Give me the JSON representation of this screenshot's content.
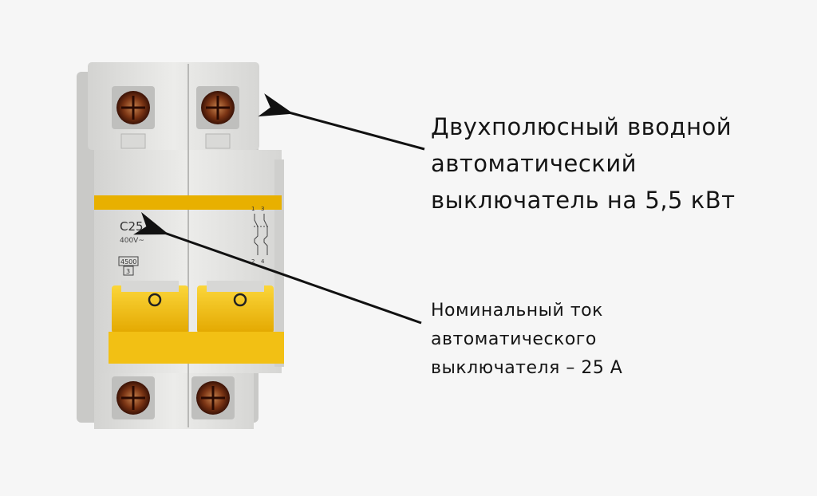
{
  "device": {
    "model_label": "C25",
    "voltage_label": "400V~",
    "capacity_label": "4500",
    "class_label": "3",
    "terminal_numbers": [
      "1",
      "3",
      "2",
      "4"
    ],
    "colors": {
      "housing": "#e6e6e4",
      "yellow": "#f5c20a",
      "stripe": "#e8b000",
      "terminal": "#6a2a10"
    }
  },
  "labels": {
    "breaker": {
      "line1": "Двухполюсный вводной",
      "line2": "автоматический",
      "line3": "выключатель на 5,5 кВт"
    },
    "rating": {
      "line1": "Номинальный ток",
      "line2": "автоматического",
      "line3": "выключателя – 25 А"
    }
  }
}
